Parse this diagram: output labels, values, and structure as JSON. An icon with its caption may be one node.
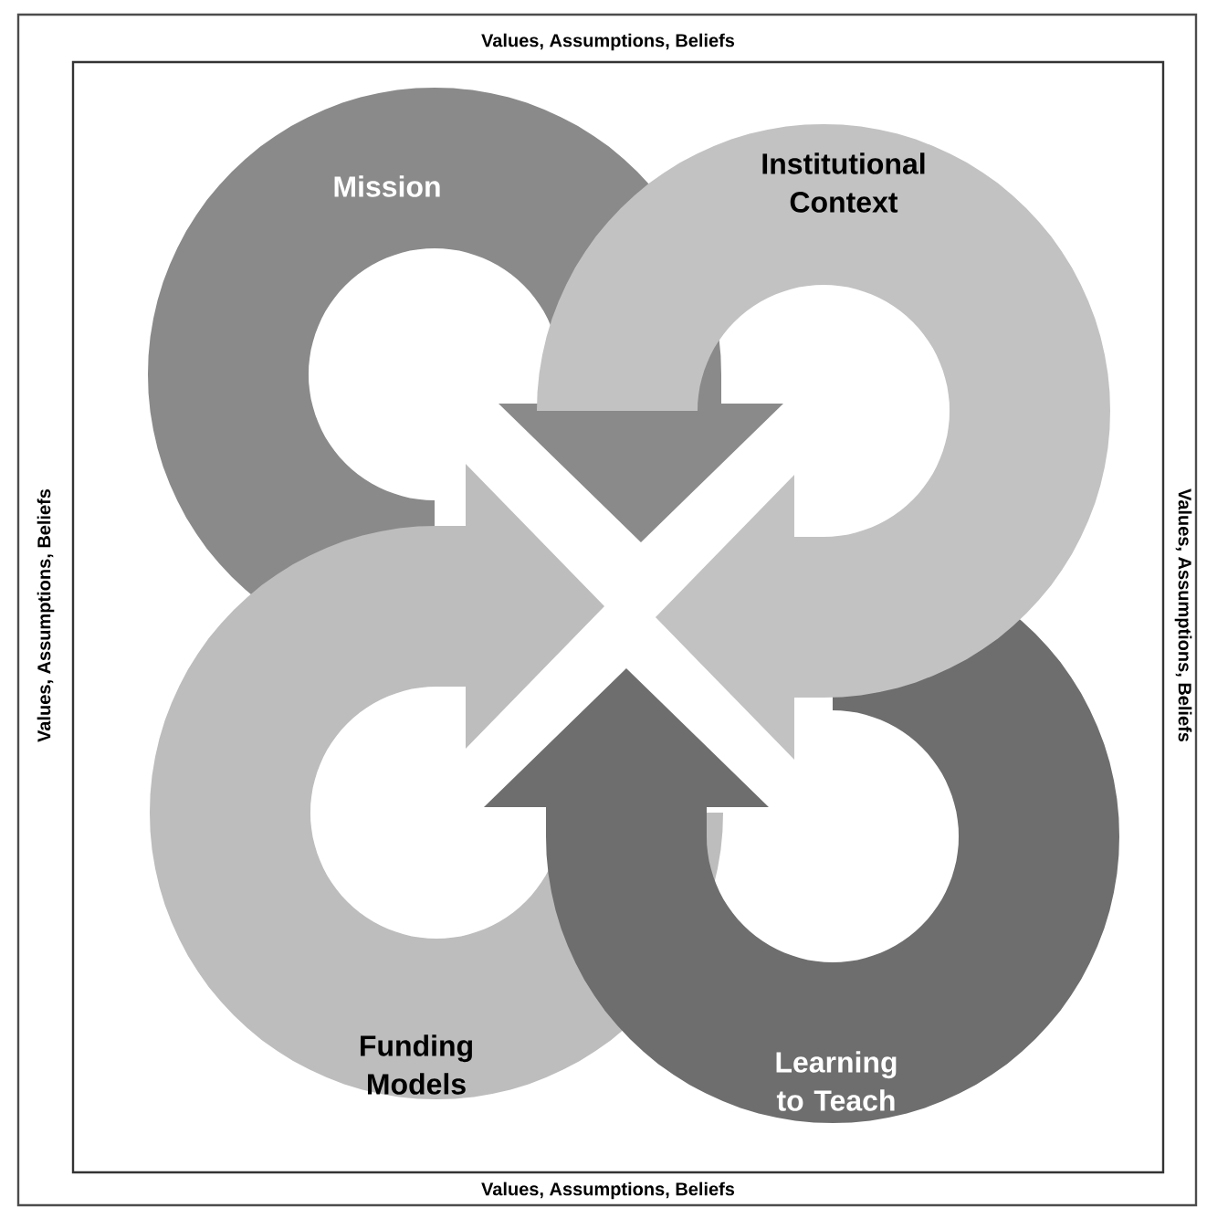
{
  "diagram": {
    "nodes": [
      {
        "text": [
          "Mission"
        ]
      },
      {
        "text": [
          "Institutional Context"
        ]
      },
      {
        "text": [
          "Funding Models"
        ]
      },
      {
        "text": [
          "Learning to Teach"
        ]
      }
    ],
    "labels": [
      "Values, Assumptions, Beliefs",
      "Values, Assumptions, Beliefs",
      "Values, Assumptions, Beliefs",
      "Values, Assumptions, Beliefs"
    ]
  }
}
